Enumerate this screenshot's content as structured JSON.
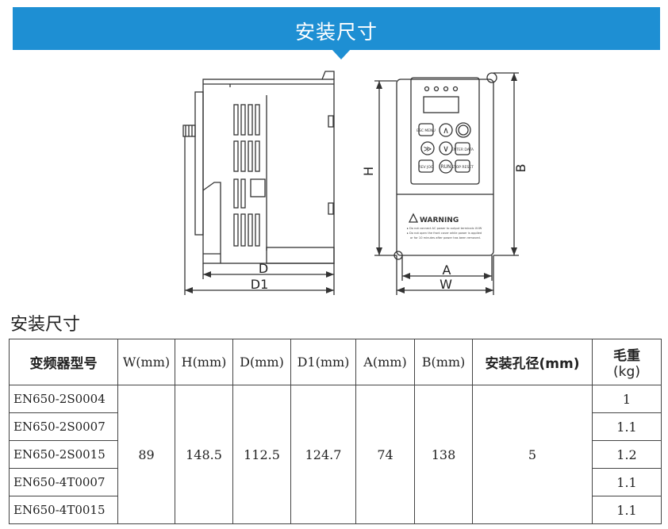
{
  "banner": {
    "title": "安装尺寸"
  },
  "drawing": {
    "side_labels": {
      "d": "D",
      "d1": "D1"
    },
    "front_labels": {
      "h": "H",
      "b": "B",
      "a": "A",
      "w": "W"
    },
    "keypad": {
      "esc": "ESC MENU",
      "enter": "ENTER DATA",
      "rev": "REV JOG",
      "run": "RUN",
      "stop": "STOP RESET",
      "up": "∧",
      "down": "∨",
      "shift": "≫"
    },
    "warning": {
      "title": "WARNING",
      "line1": "▸ Do not connect AC power to output terminals UVW",
      "line2": "▸ Do not open the front cover while power is applied",
      "line3": "or for 10 minutes after power has been removed."
    }
  },
  "section": {
    "title": "安装尺寸"
  },
  "table": {
    "headers": {
      "model": "变频器型号",
      "w": "W(mm)",
      "h": "H(mm)",
      "d": "D(mm)",
      "d1": "D1(mm)",
      "a": "A(mm)",
      "b": "B(mm)",
      "hole": "安装孔径(mm)",
      "weight_l1": "毛重",
      "weight_l2": "(kg)"
    },
    "shared": {
      "w": "89",
      "h": "148.5",
      "d": "112.5",
      "d1": "124.7",
      "a": "74",
      "b": "138",
      "hole": "5"
    },
    "rows": [
      {
        "model": "EN650-2S0004",
        "weight": "1"
      },
      {
        "model": "EN650-2S0007",
        "weight": "1.1"
      },
      {
        "model": "EN650-2S0015",
        "weight": "1.2"
      },
      {
        "model": "EN650-4T0007",
        "weight": "1.1"
      },
      {
        "model": "EN650-4T0015",
        "weight": "1.1"
      }
    ]
  },
  "colors": {
    "banner": "#1e8fd3",
    "line": "#333333"
  }
}
